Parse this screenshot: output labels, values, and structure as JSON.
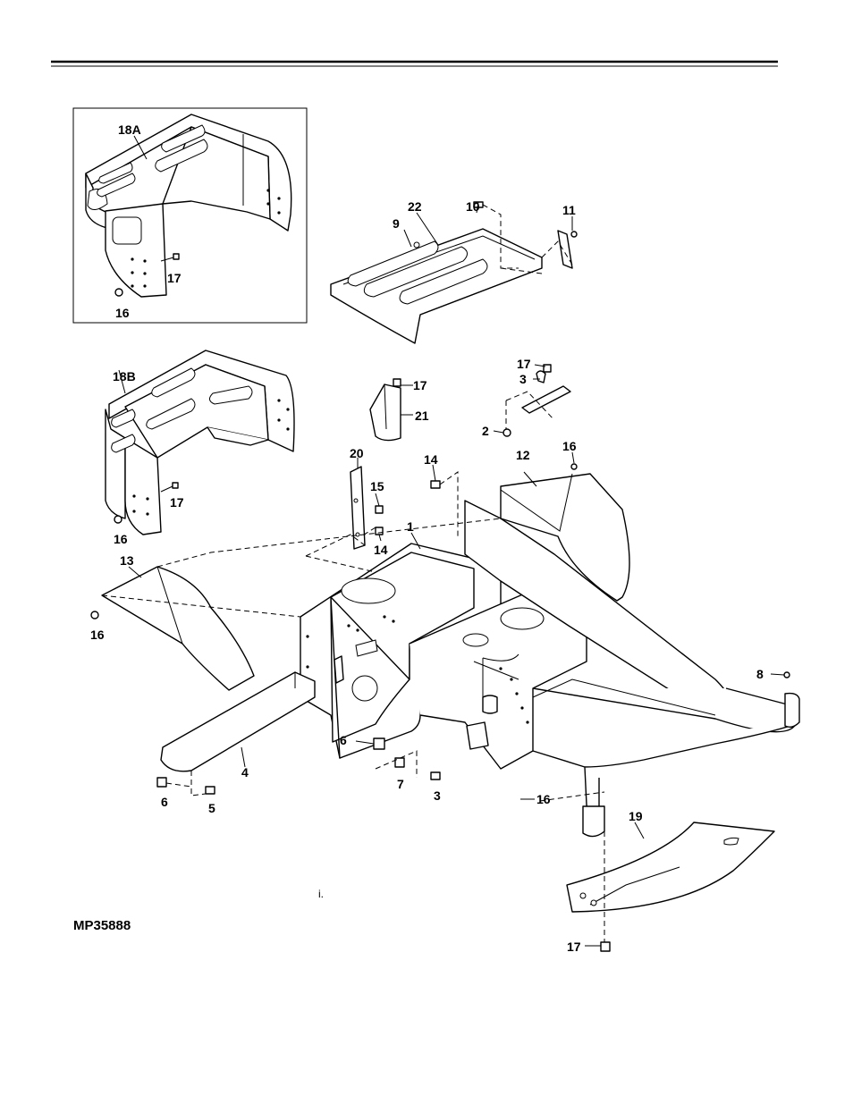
{
  "figure_code": "MP35888",
  "stray_mark": "i.",
  "callouts": {
    "c1": "1",
    "c2": "2",
    "c3a": "3",
    "c3b": "3",
    "c4": "4",
    "c5": "5",
    "c6a": "6",
    "c6b": "6",
    "c7": "7",
    "c8": "8",
    "c9": "9",
    "c10": "10",
    "c11": "11",
    "c12": "12",
    "c13": "13",
    "c14a": "14",
    "c14b": "14",
    "c15": "15",
    "c16a": "16",
    "c16b": "16",
    "c16c": "16",
    "c16d": "16",
    "c16e": "16",
    "c17a": "17",
    "c17b": "17",
    "c17c": "17",
    "c17d": "17",
    "c17e": "17",
    "c18a": "18A",
    "c18b": "18B",
    "c19": "19",
    "c20": "20",
    "c21": "21",
    "c22": "22"
  }
}
